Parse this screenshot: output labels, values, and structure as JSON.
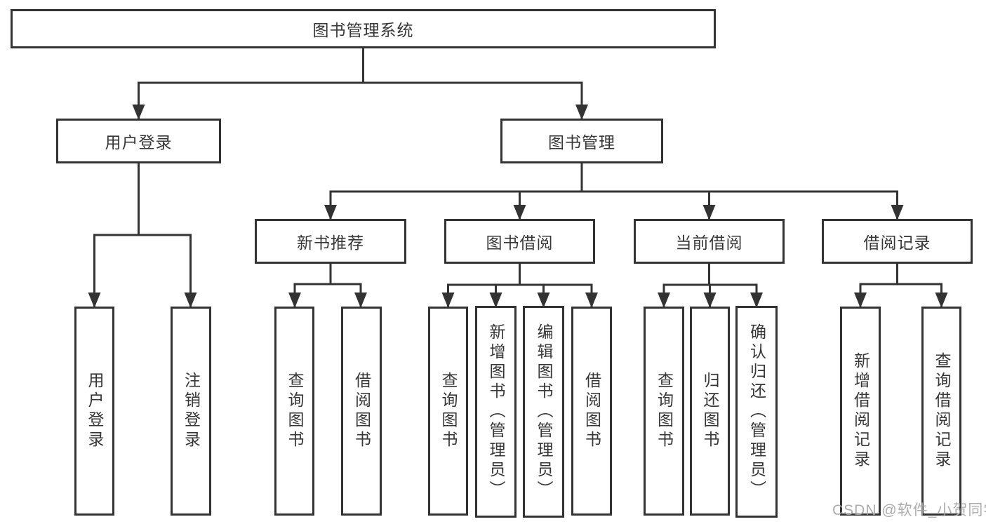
{
  "colors": {
    "line": "#333333",
    "text": "#363636",
    "background": "#ffffff",
    "watermark": "#a6a6a6"
  },
  "watermark": {
    "text": "CSDN @软件_小贺同学"
  },
  "tree": {
    "label": "图书管理系统",
    "children": [
      {
        "label": "用户登录",
        "children": [
          {
            "label": "用户登录"
          },
          {
            "label": "注销登录"
          }
        ]
      },
      {
        "label": "图书管理",
        "children": [
          {
            "label": "新书推荐",
            "children": [
              {
                "label": "查询图书"
              },
              {
                "label": "借阅图书"
              }
            ]
          },
          {
            "label": "图书借阅",
            "children": [
              {
                "label": "查询图书"
              },
              {
                "label": "新增图书（管理员）"
              },
              {
                "label": "编辑图书（管理员）"
              },
              {
                "label": "借阅图书"
              }
            ]
          },
          {
            "label": "当前借阅",
            "children": [
              {
                "label": "查询图书"
              },
              {
                "label": "归还图书"
              },
              {
                "label": "确认归还（管理员）"
              }
            ]
          },
          {
            "label": "借阅记录",
            "children": [
              {
                "label": "新增借阅记录"
              },
              {
                "label": "查询借阅记录"
              }
            ]
          }
        ]
      }
    ]
  }
}
